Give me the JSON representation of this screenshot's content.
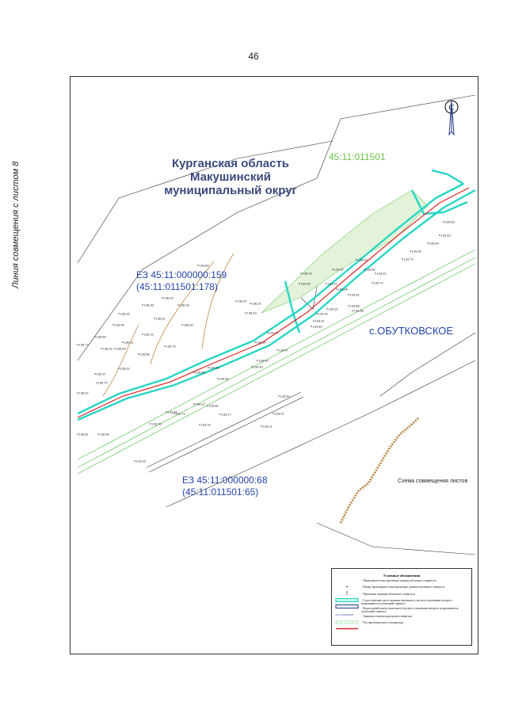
{
  "page_number": "46",
  "labels": {
    "region": "Курганская область Макушинский муниципальный округ",
    "parcel_top": "45:11:011501",
    "ez159_line1": "ЕЗ 45:11:000000:159",
    "ez159_line2": "(45:11:011501:178)",
    "ez68_line1": "ЕЗ 45:11:000000:68",
    "ez68_line2": "(45:11:011501:65)",
    "village": "с.ОБУТКОВСКОЕ",
    "scheme": "Схема совмещения листов",
    "line_title": "Линия совмещения с листом 8"
  },
  "spot_heights": [
    {
      "t": "133.80"
    },
    {
      "t": "136.23"
    },
    {
      "t": "136.26"
    },
    {
      "t": "136.29"
    },
    {
      "t": "136.01"
    },
    {
      "t": "136.00"
    },
    {
      "t": "136.33"
    },
    {
      "t": "136.44"
    },
    {
      "t": "136.54"
    },
    {
      "t": "136.15"
    },
    {
      "t": "136.21"
    },
    {
      "t": "136.09"
    },
    {
      "t": "136.26"
    },
    {
      "t": "135.88"
    },
    {
      "t": "135.75"
    },
    {
      "t": "135.62"
    },
    {
      "t": "135.97"
    },
    {
      "t": "135.70"
    },
    {
      "t": "135.56"
    },
    {
      "t": "134.56"
    },
    {
      "t": "134.66"
    },
    {
      "t": "134.30"
    },
    {
      "t": "134.17"
    },
    {
      "t": "134.47"
    },
    {
      "t": "134.40"
    },
    {
      "t": "134.42"
    },
    {
      "t": "133.63"
    },
    {
      "t": "133.41"
    },
    {
      "t": "133.21"
    },
    {
      "t": "133.05"
    },
    {
      "t": "133.57"
    },
    {
      "t": "135.31"
    },
    {
      "t": "135.43"
    },
    {
      "t": "135.29"
    },
    {
      "t": "134.59"
    },
    {
      "t": "134.63"
    },
    {
      "t": "134.08"
    },
    {
      "t": "133.88"
    },
    {
      "t": "133.72"
    },
    {
      "t": "133.81"
    },
    {
      "t": "133.72"
    },
    {
      "t": "134.06"
    },
    {
      "t": "133.54"
    },
    {
      "t": "133.53"
    },
    {
      "t": "133.43"
    },
    {
      "t": "134.41"
    },
    {
      "t": "134.82"
    },
    {
      "t": "134.01"
    },
    {
      "t": "134.31"
    },
    {
      "t": "134.20"
    },
    {
      "t": "133.98"
    },
    {
      "t": "133.83"
    },
    {
      "t": "133.62"
    },
    {
      "t": "133.61"
    },
    {
      "t": "136.81"
    },
    {
      "t": "136.46"
    },
    {
      "t": "136.77"
    },
    {
      "t": "135.87"
    },
    {
      "t": "134.13"
    },
    {
      "t": "133.86"
    },
    {
      "t": "133.76"
    },
    {
      "t": "133.71"
    },
    {
      "t": "133.80"
    },
    {
      "t": "133.17"
    },
    {
      "t": "133.76"
    }
  ],
  "legend": {
    "title": "Условные обозначения",
    "items": [
      "- Характерная точка проектных границ публичного сервитута",
      "- Номер характерной точки проектных границ публичного сервитута",
      "- Проектные границы публичного сервитута",
      "- Существующая часть границы земельного участка в отношении которого испрашивается публичный сервитут",
      "- Кадастровый номер земельного участка в отношении которого испрашивается публичный сервитут",
      "- Границы и номер кадастрового квартала",
      "- Ось проектируемого газопровода"
    ],
    "sample_number": "45:11:000000:68"
  },
  "colors": {
    "servitude": "#27d6c4",
    "quarter": "#7fd37a",
    "gas": "#d62828",
    "cadastre": "#2b3a8a",
    "contour": "#b98a4a"
  }
}
